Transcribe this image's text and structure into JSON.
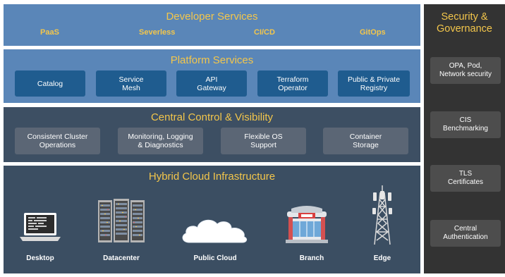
{
  "developer_services": {
    "title": "Developer Services",
    "items": [
      "PaaS",
      "Severless",
      "CI/CD",
      "GitOps"
    ]
  },
  "platform_services": {
    "title": "Platform Services",
    "items": [
      "Catalog",
      "Service\nMesh",
      "API\nGateway",
      "Terraform\nOperator",
      "Public & Private\nRegistry"
    ]
  },
  "central_control": {
    "title": "Central Control & Visibility",
    "items": [
      "Consistent Cluster\nOperations",
      "Monitoring, Logging\n& Diagnostics",
      "Flexible OS\nSupport",
      "Container\nStorage"
    ]
  },
  "hybrid_cloud": {
    "title": "Hybrid Cloud Infrastructure",
    "items": [
      {
        "label": "Desktop",
        "icon": "laptop-icon"
      },
      {
        "label": "Datacenter",
        "icon": "server-rack-icon"
      },
      {
        "label": "Public Cloud",
        "icon": "cloud-icon"
      },
      {
        "label": "Branch",
        "icon": "branch-store-icon"
      },
      {
        "label": "Edge",
        "icon": "cell-tower-icon"
      }
    ]
  },
  "security": {
    "title": "Security &\nGovernance",
    "items": [
      "OPA, Pod,\nNetwork security",
      "CIS\nBenchmarking",
      "TLS\nCertificates",
      "Central\nAuthentication"
    ]
  },
  "colors": {
    "dev_bg": "#5a86b8",
    "platform_bg": "#5a86b8",
    "platform_pill": "#1f5c8f",
    "control_bg": "#3d4f63",
    "control_pill": "#5b6675",
    "infra_bg": "#3b4e62",
    "security_bg": "#333333",
    "security_pill": "#4d4d4d",
    "accent": "#f3c64b"
  }
}
